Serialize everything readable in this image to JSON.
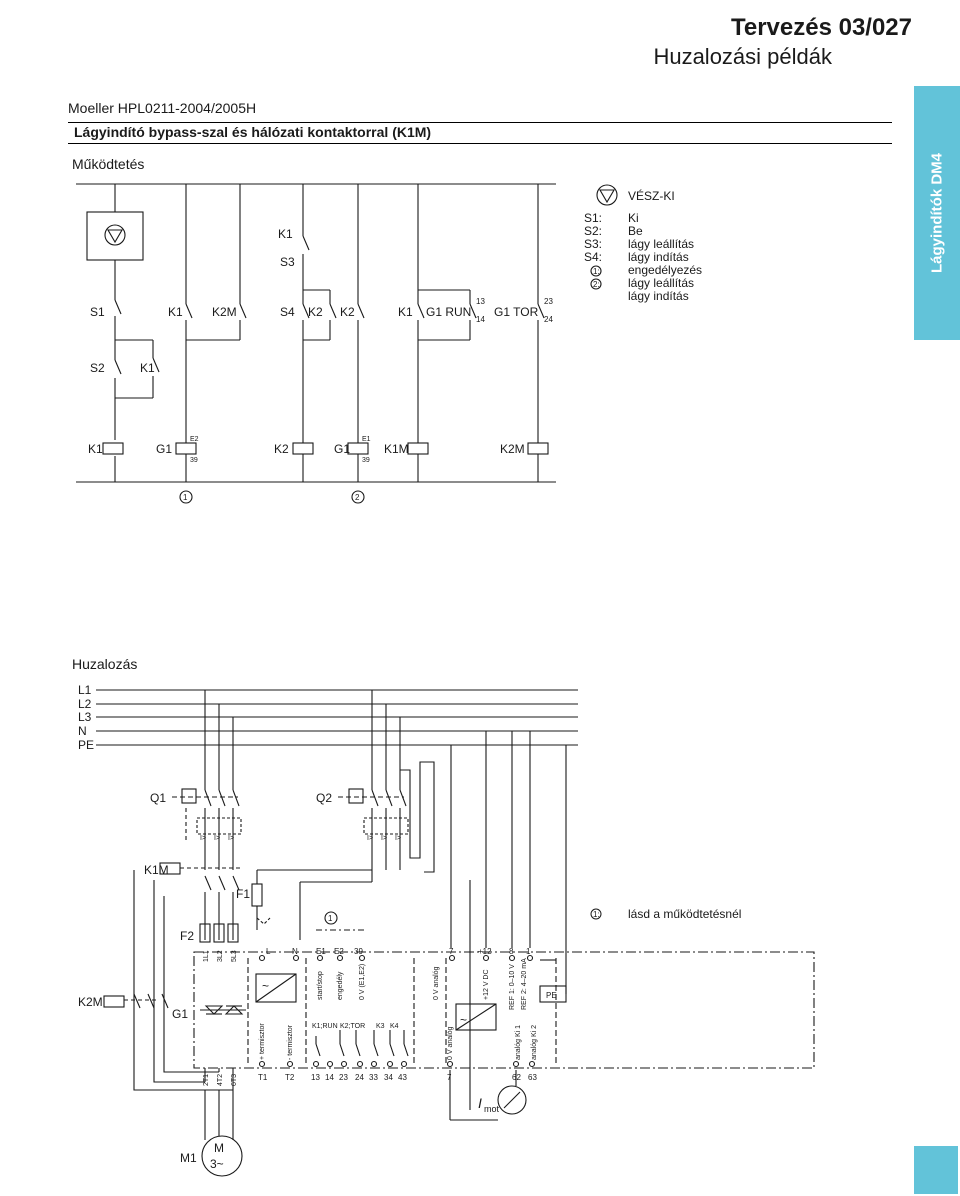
{
  "header": {
    "title": "Tervezés 03/027",
    "subtitle": "Huzalozási példák"
  },
  "doc_id": "Moeller HPL0211-2004/2005H",
  "heading": "Lágyindító bypass-szal és hálózati kontaktorral (K1M)",
  "side_tab": "Lágyindítók DM4",
  "control": {
    "section_label": "Működtetés",
    "legend_title": "VÉSZ-KI",
    "legend": [
      {
        "key": "S1:",
        "val": "Ki"
      },
      {
        "key": "S2:",
        "val": "Be"
      },
      {
        "key": "S3:",
        "val": "lágy leállítás"
      },
      {
        "key": "S4:",
        "val": "lágy indítás"
      },
      {
        "key": "1:",
        "val": "engedélyezés"
      },
      {
        "key": "2:",
        "val": "lágy leállítás"
      },
      {
        "key": "",
        "val": "lágy indítás"
      }
    ],
    "contacts": {
      "s1": "S1",
      "k1a": "K1",
      "k2m": "K2M",
      "k1b": "K1",
      "s3": "S3",
      "s4": "S4",
      "k2a": "K2",
      "k2b": "K2",
      "k1c": "K1",
      "g1run": "G1 RUN",
      "g1tor": "G1 TOR",
      "s2": "S2",
      "k1d": "K1"
    },
    "terminals": {
      "t13": "13",
      "t14": "14",
      "t23": "23",
      "t24": "24"
    },
    "coils": {
      "k1": "K1",
      "g1a": "G1",
      "e2": "E2",
      "n39a": "39",
      "k2": "K2",
      "g1b": "G1",
      "e1": "E1",
      "n39b": "39",
      "k1m": "K1M",
      "k2m": "K2M"
    },
    "markers": {
      "m1": "1",
      "m2": "2"
    }
  },
  "wiring": {
    "section_label": "Huzalozás",
    "buses": [
      "L1",
      "L2",
      "L3",
      "N",
      "PE"
    ],
    "q1": "Q1",
    "q2": "Q2",
    "k1m": "K1M",
    "f1": "F1",
    "f2": "F2",
    "k2m": "K2M",
    "g1": "G1",
    "m1": "M1",
    "motor_m": "M",
    "motor_phase": "3~",
    "note_key": "1:",
    "note": "lásd a működtetésnél",
    "marker1": "1",
    "top_terms": [
      "1L1",
      "3L2",
      "5L3",
      "L",
      "N",
      "E1",
      "E2",
      "39",
      "7",
      "+12",
      "8",
      "1"
    ],
    "bottom_terms": [
      "2T1",
      "4T2",
      "6T3",
      "T1",
      "T2",
      "13",
      "14",
      "23",
      "24",
      "33",
      "34",
      "43",
      "7",
      "62",
      "63"
    ],
    "inner_labels": [
      "+ termisztor",
      "- termisztor",
      "start/stop",
      "engedély",
      "0 V (E1,E2)",
      "0 V analóg",
      "+12 V DC",
      "REF 1: 0–10 V",
      "REF 2: 4–20 mA",
      "PE",
      "0 V analóg",
      "analóg Ki 1",
      "analóg Ki 2",
      "K1;RUN",
      "K2;TOR",
      "K3",
      "K4"
    ],
    "imot": "I",
    "imot_sub": "mot",
    "trip": "I>"
  }
}
